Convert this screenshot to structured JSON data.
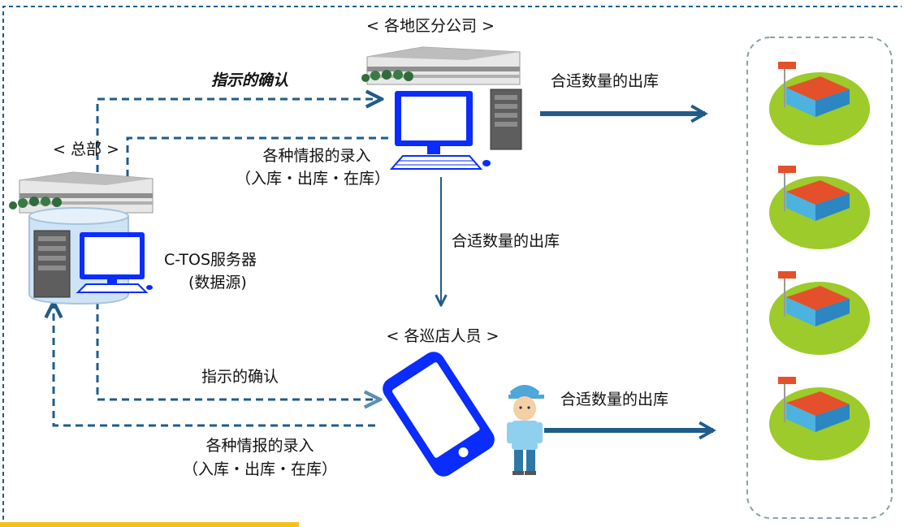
{
  "labels": {
    "branch": "< 各地区分公司 >",
    "hq": "< 总部 >",
    "staff": "< 各巡店人员 >",
    "confirm_top": "指示的确认",
    "input_top_1": "各种情报的录入",
    "input_top_2": "（入库・出库・在库）",
    "server_1": "C-TOS服务器",
    "server_2": "(数据源)",
    "ship_right_top": "合适数量的出库",
    "ship_down": "合适数量的出库",
    "confirm_bottom": "指示的确认",
    "input_bottom_1": "各种情报的录入",
    "input_bottom_2": "（入库・出库・在库）",
    "ship_right_bottom": "合适数量的出库"
  },
  "colors": {
    "dashed": "#1f5c8a",
    "arrow": "#1f5c8a",
    "device_blue": "#0a2cff",
    "store_roof": "#e4502b",
    "grass": "#9ccb2b",
    "highlight": "#f6c21a"
  }
}
